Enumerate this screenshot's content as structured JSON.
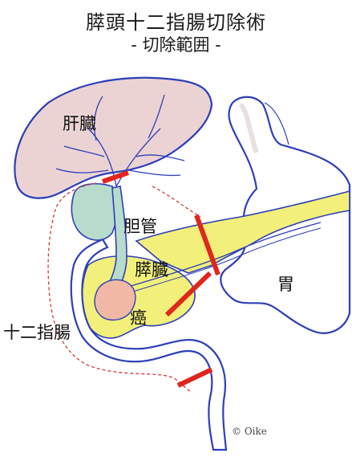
{
  "title": "膵頭十二指腸切除術",
  "subtitle": "- 切除範囲 -",
  "labels": {
    "liver": "肝臓",
    "bile_duct": "胆管",
    "pancreas": "膵臓",
    "stomach": "胃",
    "duodenum": "十二指腸",
    "cancer": "癌"
  },
  "copyright": "© Oike",
  "colors": {
    "outline": "#2d3fb8",
    "liver": "#ecd3d3",
    "bile": "#b7dccb",
    "pancreas": "#f2f07a",
    "tumor": "#f1b9a5",
    "cut_line": "#e0261d",
    "resection_border": "#d63a3a"
  }
}
